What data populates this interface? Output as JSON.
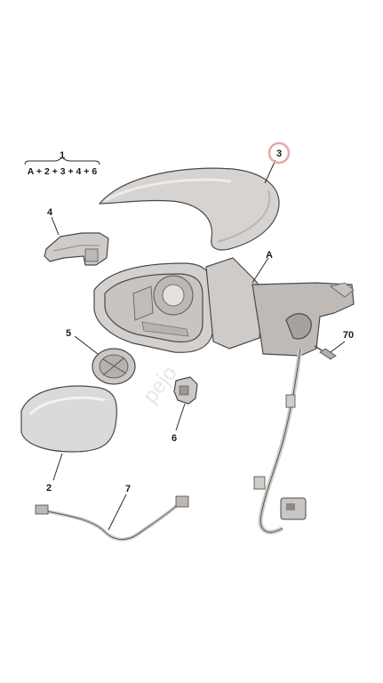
{
  "formula": {
    "top": "1",
    "bottom": "A + 2 + 3 + 4 + 6"
  },
  "callouts": {
    "c3": "3",
    "c4": "4",
    "cA": "A",
    "c5": "5",
    "c70": "70",
    "c6": "6",
    "c2": "2",
    "c7": "7"
  },
  "watermark": "pejo",
  "colors": {
    "highlight_ring": "#e8a8a8",
    "part_fill": "#d9d6d3",
    "part_dark": "#b9b4b0"
  }
}
